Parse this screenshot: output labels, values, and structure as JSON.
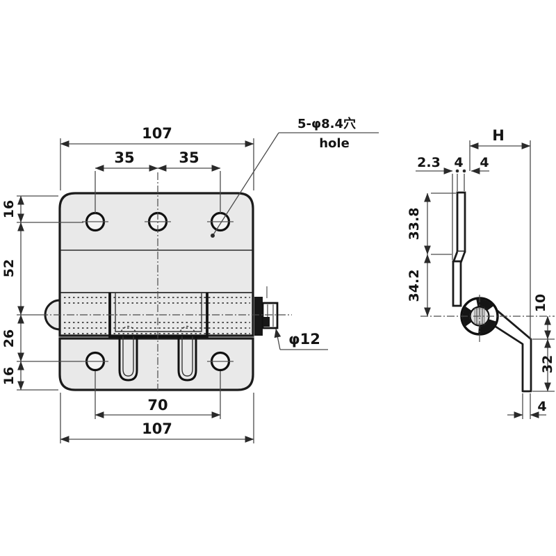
{
  "drawing": {
    "title": "hinge-technical-drawing",
    "colors": {
      "line": "#1b1b1b",
      "dim_line": "#4a4a4a",
      "plate_fill": "#e9e9e9",
      "background": "#ffffff"
    },
    "front_view": {
      "dim_top_width": "107",
      "dim_hole_spacing_left": "35",
      "dim_hole_spacing_right": "35",
      "dim_left_top": "16",
      "dim_left_upper": "52",
      "dim_left_mid": "26",
      "dim_left_bottom": "16",
      "dim_slot_spacing": "70",
      "dim_bottom_width": "107",
      "callout_holes_line1": "5-φ8.4穴",
      "callout_holes_line2": "hole",
      "callout_pin_dia": "φ12"
    },
    "side_view": {
      "dim_height_ref": "H",
      "dim_plane_offset": "2.3",
      "dim_upper_thickness": "4",
      "dim_face_offset": "4",
      "dim_upper_leaf_length": "33.8",
      "dim_lower_leaf_length": "34.2",
      "dim_pivot_drop": "10",
      "dim_leg_length": "32",
      "dim_leg_thickness": "4"
    }
  }
}
